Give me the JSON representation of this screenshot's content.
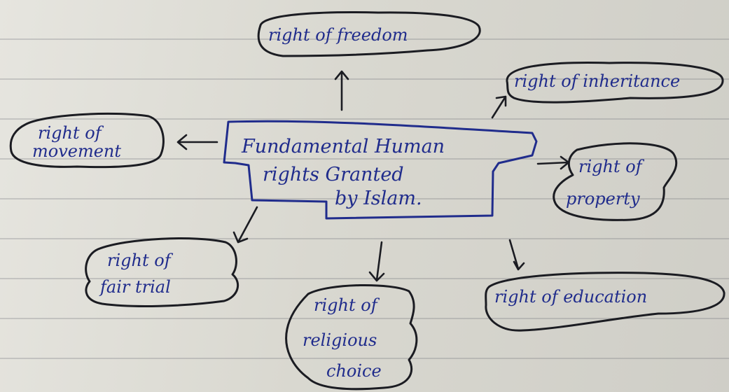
{
  "center": {
    "lines": [
      "Fundamental Human",
      "rights Granted",
      "by Islam."
    ]
  },
  "nodes": {
    "freedom": {
      "lines": [
        "right of freedom"
      ]
    },
    "inheritance": {
      "lines": [
        "right of inheritance"
      ]
    },
    "movement": {
      "lines": [
        "right of",
        "movement"
      ]
    },
    "property": {
      "lines": [
        "right of",
        "property"
      ]
    },
    "fair_trial": {
      "lines": [
        "right of",
        "fair trial"
      ]
    },
    "religious_choice": {
      "lines": [
        "right of",
        "religious",
        "choice"
      ]
    },
    "education": {
      "lines": [
        "right of education"
      ]
    }
  },
  "colors": {
    "ink": "#202c8c",
    "outline": "#1b1c22"
  }
}
